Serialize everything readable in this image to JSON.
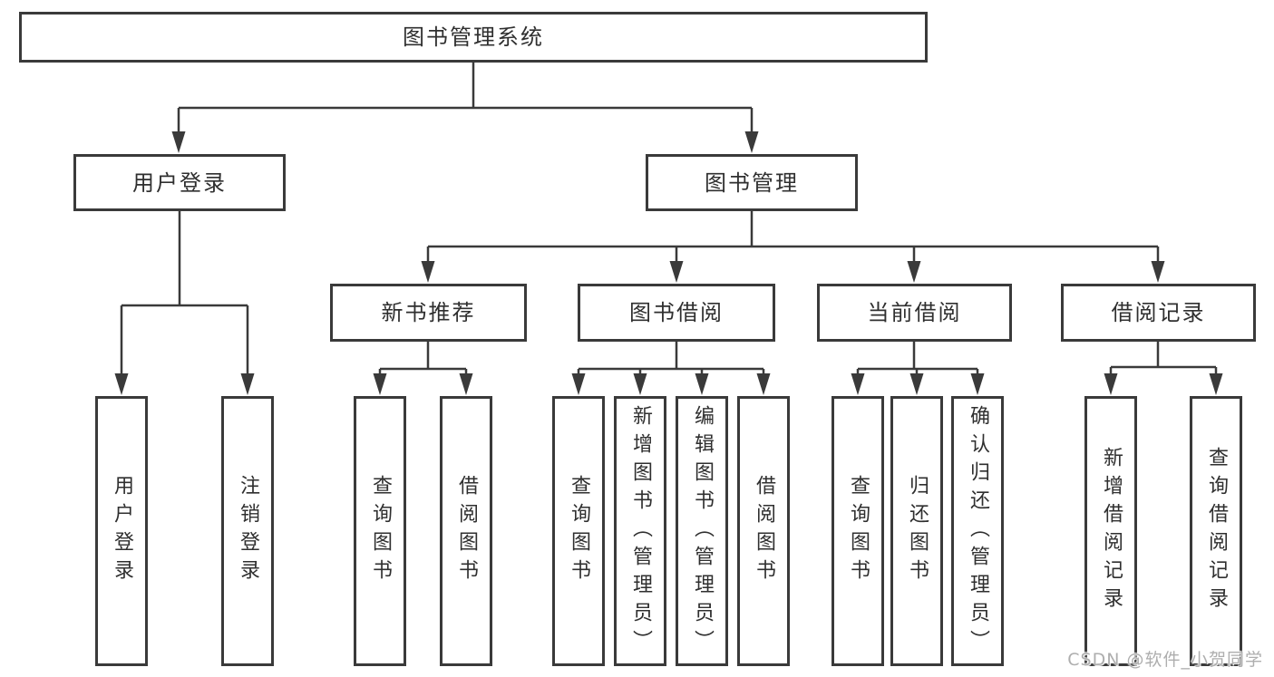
{
  "diagram": {
    "title": "图书管理系统",
    "tree": {
      "label": "图书管理系统",
      "children": [
        {
          "label": "用户登录",
          "children": [
            {
              "label": "用户登录"
            },
            {
              "label": "注销登录"
            }
          ]
        },
        {
          "label": "图书管理",
          "children": [
            {
              "label": "新书推荐",
              "children": [
                {
                  "label": "查询图书"
                },
                {
                  "label": "借阅图书"
                }
              ]
            },
            {
              "label": "图书借阅",
              "children": [
                {
                  "label": "查询图书"
                },
                {
                  "label": "新增图书（管理员）"
                },
                {
                  "label": "编辑图书（管理员）"
                },
                {
                  "label": "借阅图书"
                }
              ]
            },
            {
              "label": "当前借阅",
              "children": [
                {
                  "label": "查询图书"
                },
                {
                  "label": "归还图书"
                },
                {
                  "label": "确认归还（管理员）"
                }
              ]
            },
            {
              "label": "借阅记录",
              "children": [
                {
                  "label": "新增借阅记录"
                },
                {
                  "label": "查询借阅记录"
                }
              ]
            }
          ]
        }
      ]
    },
    "watermark": "CSDN @软件_小贺同学",
    "colors": {
      "line": "#3a3a3a",
      "text": "#2f2f2f",
      "background": "#ffffff",
      "watermark": "#aeaeae"
    }
  }
}
